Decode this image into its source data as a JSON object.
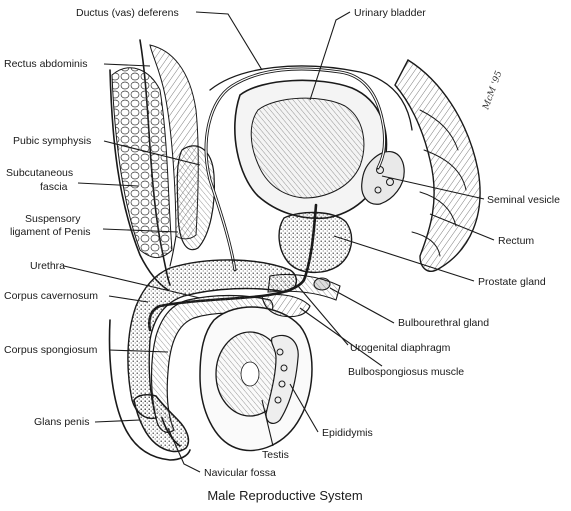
{
  "caption": "Male Reproductive System",
  "signature": "McM '95",
  "labels": {
    "ductus_deferens": "Ductus (vas) deferens",
    "urinary_bladder": "Urinary bladder",
    "rectus_abdominis": "Rectus abdominis",
    "pubic_symphysis": "Pubic symphysis",
    "subcutaneous_fascia_1": "Subcutaneous",
    "subcutaneous_fascia_2": "fascia",
    "suspensory_ligament_1": "Suspensory",
    "suspensory_ligament_2": "ligament of Penis",
    "urethra": "Urethra",
    "corpus_cavernosum": "Corpus cavernosum",
    "corpus_spongiosum": "Corpus spongiosum",
    "glans_penis": "Glans penis",
    "navicular_fossa": "Navicular fossa",
    "testis": "Testis",
    "epididymis": "Epididymis",
    "bulbospongiosus_muscle": "Bulbospongiosus muscle",
    "urogenital_diaphragm": "Urogenital diaphragm",
    "bulbourethral_gland": "Bulbourethral gland",
    "prostate_gland": "Prostate gland",
    "rectum": "Rectum",
    "seminal_vesicle": "Seminal vesicle"
  }
}
